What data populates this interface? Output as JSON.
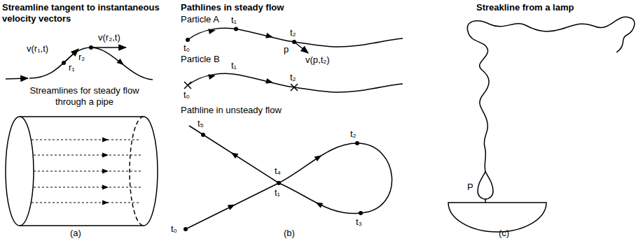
{
  "diagram": {
    "labels": [
      "Streamline tangent to instantaneous velocity vectors",
      "v(r₁,t)",
      "v(r₂,t)",
      "r₁",
      "r₂",
      "Streamlines for steady flow through a pipe",
      "(a)",
      "Pathlines in steady flow",
      "Particle A",
      "t₀",
      "t₁",
      "t₂",
      "p",
      "v(p,t₂)",
      "Particle B",
      "t₀",
      "t₁",
      "t₂",
      "Pathline in unsteady flow",
      "t₅",
      "t₄",
      "t₂",
      "t₀",
      "t₁",
      "t₃",
      "(b)",
      "Streakline from a lamp",
      "P",
      "(c)"
    ]
  }
}
